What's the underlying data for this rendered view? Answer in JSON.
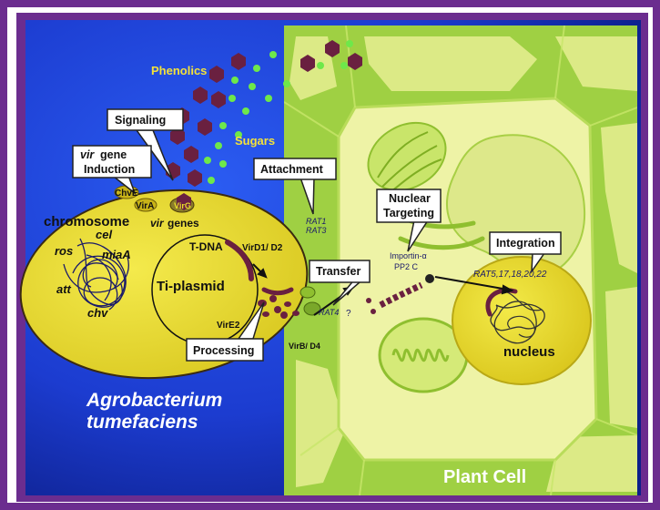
{
  "labels": {
    "phenolics": "Phenolics",
    "sugars": "Sugars",
    "signaling": "Signaling",
    "vir_gene_induction_vir": "vir",
    "vir_gene_induction_gene": "gene",
    "vir_gene_induction_line2": "Induction",
    "chvE": "ChvE",
    "virA": "VirA",
    "virG": "VirG",
    "chromosome": "chromosome",
    "cel": "cel",
    "miaA": "miaA",
    "ros": "ros",
    "att": "att",
    "chv": "chv",
    "vir_genes_italic": "vir",
    "vir_genes_text": "genes",
    "t_dna": "T-DNA",
    "virD1_D2": "VirD1/ D2",
    "ti_plasmid": "Ti-plasmid",
    "virE2": "VirE2",
    "virB_D4": "VirB/ D4",
    "processing": "Processing",
    "attachment": "Attachment",
    "rat1": "RAT1",
    "rat3": "RAT3",
    "transfer": "Transfer",
    "rat4": "RAT4",
    "rat4_q": "?",
    "nuclear_targeting_1": "Nuclear",
    "nuclear_targeting_2": "Targeting",
    "importin": "Importin-α",
    "pp2c": "PP2 C",
    "integration": "Integration",
    "rat_list": "RAT5,17,18,20,22",
    "nucleus": "nucleus",
    "agrobacterium_1": "Agrobacterium",
    "agrobacterium_2": "tumefaciens",
    "plant_cell": "Plant Cell"
  },
  "colors": {
    "border_purple": "#6b2d8f",
    "background_blue": "#1f3fd6",
    "bacterium_yellow": "#e8dd2a",
    "cell_green": "#a8d44a",
    "cytoplasm": "#eef3a0",
    "phenolic": "#6a2040",
    "sugar": "#6ee84a"
  }
}
